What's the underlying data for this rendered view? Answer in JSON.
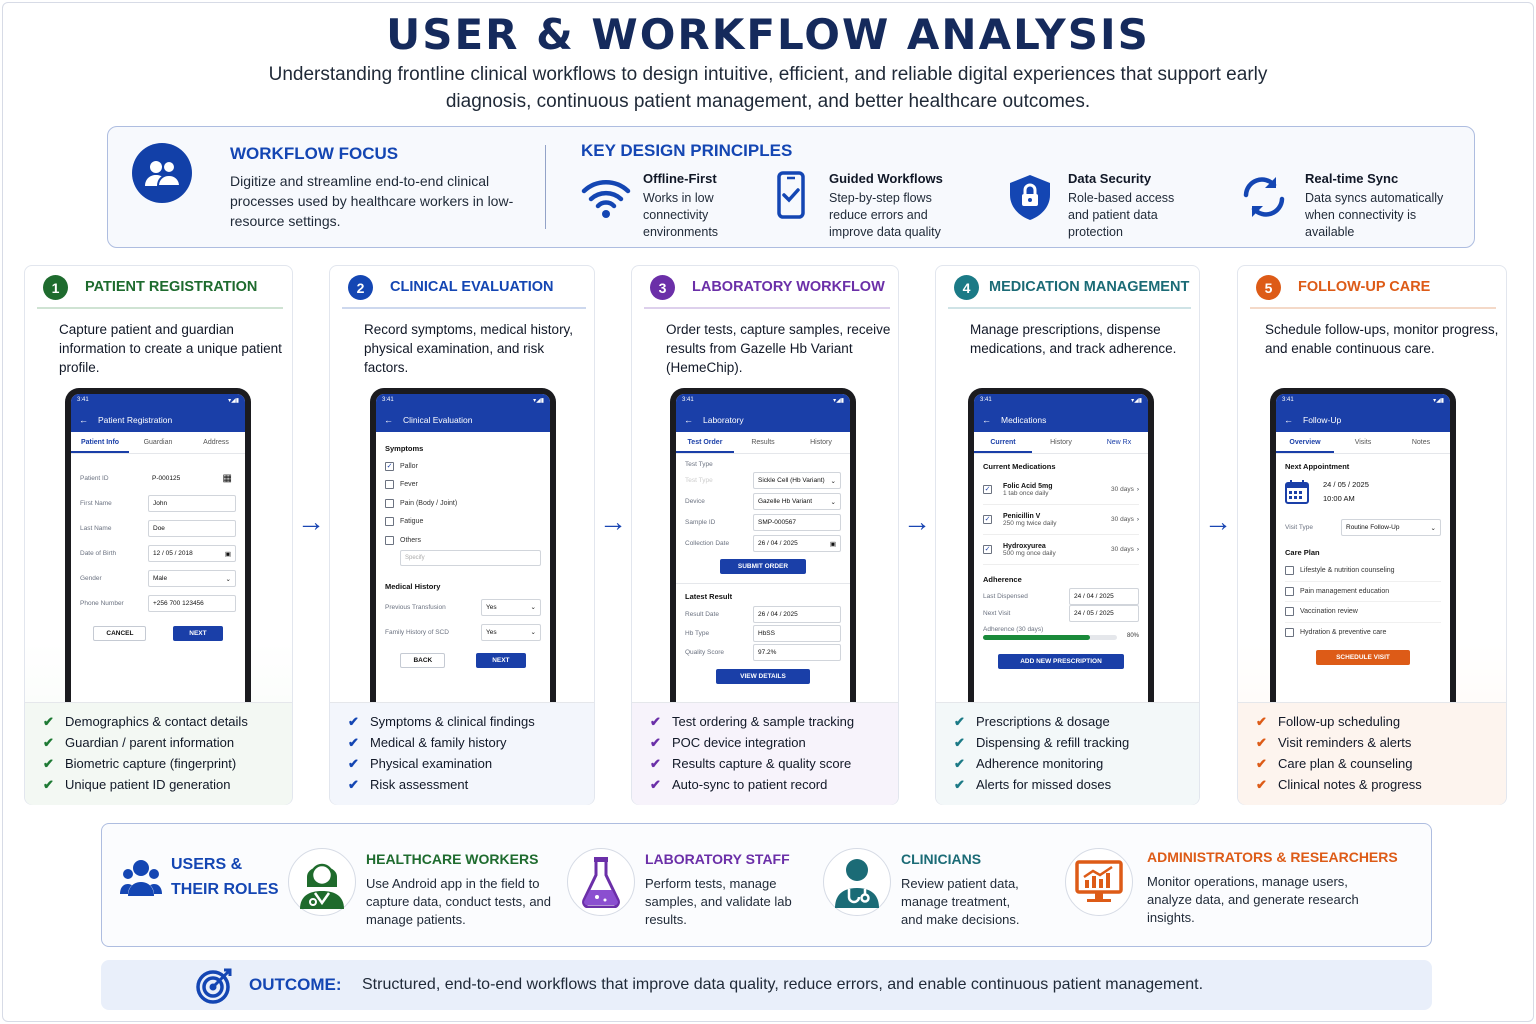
{
  "header": {
    "title": "USER & WORKFLOW ANALYSIS",
    "subtitle": "Understanding frontline clinical workflows to design intuitive, efficient, and reliable digital experiences that support early diagnosis, continuous patient management, and better healthcare outcomes."
  },
  "focus": {
    "title": "WORKFLOW FOCUS",
    "text": "Digitize and streamline end-to-end clinical processes used by healthcare workers in low-resource settings."
  },
  "principles": {
    "title": "KEY DESIGN PRINCIPLES",
    "items": [
      {
        "title": "Offline-First",
        "text": "Works in low connectivity environments",
        "icon": "wifi-icon"
      },
      {
        "title": "Guided Workflows",
        "text": "Step-by-step flows reduce errors and improve data quality",
        "icon": "phone-check-icon"
      },
      {
        "title": "Data Security",
        "text": "Role-based access and patient data protection",
        "icon": "shield-lock-icon"
      },
      {
        "title": "Real-time Sync",
        "text": "Data syncs automatically when connectivity is available",
        "icon": "sync-icon"
      }
    ]
  },
  "colors": {
    "navy": "#152a5c",
    "blue": "#1446b3",
    "green": "#1e7a34",
    "teal": "#1b7a86",
    "purple": "#6b2fa8",
    "orange": "#dd5b17"
  },
  "steps": [
    {
      "num": "1",
      "title": "PATIENT REGISTRATION",
      "desc": "Capture patient and guardian information to create a unique patient profile.",
      "features": [
        "Demographics & contact details",
        "Guardian / parent information",
        "Biometric capture (fingerprint)",
        "Unique patient ID generation"
      ],
      "phone": {
        "status_time": "3:41",
        "appbar": "Patient Registration",
        "tabs": [
          "Patient Info",
          "Guardian",
          "Address"
        ],
        "fields": [
          {
            "label": "Patient ID",
            "value": "P-000125"
          },
          {
            "label": "First Name",
            "value": "John"
          },
          {
            "label": "Last Name",
            "value": "Doe"
          },
          {
            "label": "Date of Birth",
            "value": "12 / 05 / 2018"
          },
          {
            "label": "Gender",
            "value": "Male"
          },
          {
            "label": "Phone Number",
            "value": "+256 700 123456"
          }
        ],
        "btn_secondary": "CANCEL",
        "btn_primary": "NEXT"
      }
    },
    {
      "num": "2",
      "title": "CLINICAL EVALUATION",
      "desc": "Record symptoms, medical history, physical examination, and risk factors.",
      "features": [
        "Symptoms & clinical findings",
        "Medical & family history",
        "Physical examination",
        "Risk assessment"
      ],
      "phone": {
        "status_time": "3:41",
        "appbar": "Clinical Evaluation",
        "symptoms_title": "Symptoms",
        "symptoms": [
          "Pallor",
          "Fever",
          "Pain (Body / Joint)",
          "Fatigue",
          "Others"
        ],
        "specify": "Specify",
        "history_title": "Medical History",
        "history": [
          {
            "label": "Previous Transfusion",
            "value": "Yes"
          },
          {
            "label": "Family History of SCD",
            "value": "Yes"
          }
        ],
        "btn_secondary": "BACK",
        "btn_primary": "NEXT"
      }
    },
    {
      "num": "3",
      "title": "LABORATORY WORKFLOW",
      "desc": "Order tests, capture samples, receive results from Gazelle Hb Variant (HemeChip).",
      "features": [
        "Test ordering & sample tracking",
        "POC device integration",
        "Results capture & quality score",
        "Auto-sync to patient record"
      ],
      "phone": {
        "status_time": "3:41",
        "appbar": "Laboratory",
        "tabs": [
          "Test Order",
          "Results",
          "History"
        ],
        "fields": [
          {
            "label": "Test Type",
            "value": ""
          },
          {
            "label": "Test Type",
            "value": "Sickle Cell (Hb Variant)"
          },
          {
            "label": "Device",
            "value": "Gazelle Hb Variant"
          },
          {
            "label": "Sample ID",
            "value": "SMP-000567"
          },
          {
            "label": "Collection Date",
            "value": "26 / 04 / 2025"
          }
        ],
        "btn_submit": "SUBMIT ORDER",
        "result_title": "Latest Result",
        "results": [
          {
            "label": "Result Date",
            "value": "26 / 04 / 2025"
          },
          {
            "label": "Hb Type",
            "value": "HbSS"
          },
          {
            "label": "Quality Score",
            "value": "97.2%"
          }
        ],
        "btn_view": "VIEW DETAILS"
      }
    },
    {
      "num": "4",
      "title": "MEDICATION MANAGEMENT",
      "desc": "Manage prescriptions, dispense medications, and track adherence.",
      "features": [
        "Prescriptions & dosage",
        "Dispensing & refill tracking",
        "Adherence monitoring",
        "Alerts for missed doses"
      ],
      "phone": {
        "status_time": "3:41",
        "appbar": "Medications",
        "tabs": [
          "Current",
          "History",
          "New Rx"
        ],
        "current_title": "Current Medications",
        "meds": [
          {
            "name": "Folic Acid 5mg",
            "dose": "1 tab once daily",
            "days": "30 days"
          },
          {
            "name": "Penicillin V",
            "dose": "250 mg twice daily",
            "days": "30 days"
          },
          {
            "name": "Hydroxyurea",
            "dose": "500 mg once daily",
            "days": "30 days"
          }
        ],
        "adherence_title": "Adherence",
        "adherence_rows": [
          {
            "label": "Last Dispensed",
            "value": "24 / 04 / 2025"
          },
          {
            "label": "Next Visit",
            "value": "24 / 05 / 2025"
          }
        ],
        "adherence_label": "Adherence (30 days)",
        "adherence_value": "80%",
        "adherence_fraction": 0.8,
        "btn_primary": "ADD NEW PRESCRIPTION"
      }
    },
    {
      "num": "5",
      "title": "FOLLOW-UP CARE",
      "desc": "Schedule follow-ups, monitor progress, and enable continuous care.",
      "features": [
        "Follow-up scheduling",
        "Visit reminders & alerts",
        "Care plan & counseling",
        "Clinical notes & progress"
      ],
      "phone": {
        "status_time": "3:41",
        "appbar": "Follow-Up",
        "tabs": [
          "Overview",
          "Visits",
          "Notes"
        ],
        "next_title": "Next Appointment",
        "next_date": "24 / 05 / 2025",
        "next_time": "10:00 AM",
        "visit_label": "Visit Type",
        "visit_value": "Routine Follow-Up",
        "plan_title": "Care Plan",
        "plan": [
          "Lifestyle & nutrition counseling",
          "Pain management education",
          "Vaccination review",
          "Hydration & preventive care"
        ],
        "btn_primary": "SCHEDULE VISIT"
      }
    }
  ],
  "roles": {
    "title_line1": "USERS &",
    "title_line2": "THEIR ROLES",
    "items": [
      {
        "title": "HEALTHCARE WORKERS",
        "text": "Use Android app in the field to capture data, conduct tests, and manage patients.",
        "icon": "health-worker-icon"
      },
      {
        "title": "LABORATORY STAFF",
        "text": "Perform tests, manage samples, and validate lab results.",
        "icon": "flask-icon"
      },
      {
        "title": "CLINICIANS",
        "text": "Review patient data, manage treatment, and make decisions.",
        "icon": "doctor-icon"
      },
      {
        "title": "ADMINISTRATORS & RESEARCHERS",
        "text": "Monitor operations, manage users, analyze data, and generate research insights.",
        "icon": "analytics-monitor-icon"
      }
    ]
  },
  "outcome": {
    "label": "OUTCOME:",
    "text": "Structured, end-to-end workflows that improve data quality, reduce errors, and enable continuous patient management."
  }
}
